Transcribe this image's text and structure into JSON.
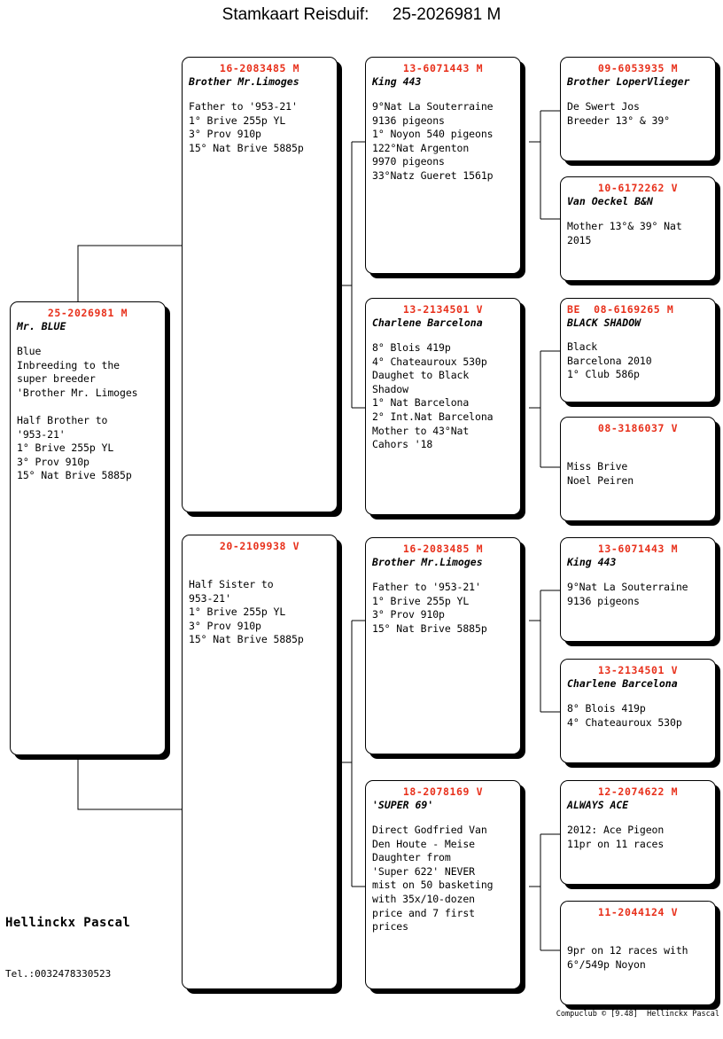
{
  "document": {
    "title": "Stamkaart Reisduif:     25-2026981 M",
    "breeder_name": "Hellinckx Pascal",
    "breeder_tel": "Tel.:0032478330523",
    "copyright": "Compuclub © [9.48]  Hellinckx Pascal",
    "ring_color": "#e8301b"
  },
  "subject": {
    "ring": "25-2026981 M",
    "name": "Mr. BLUE",
    "notes": "Blue\nInbreeding to the\nsuper breeder\n'Brother Mr. Limoges\n\nHalf Brother to\n'953-21'\n1° Brive 255p YL\n3° Prov 910p\n15° Nat Brive 5885p"
  },
  "gen2": [
    {
      "ring": "16-2083485 M",
      "name": "Brother Mr.Limoges",
      "notes": "Father to '953-21'\n1° Brive 255p YL\n3° Prov 910p\n15° Nat Brive 5885p"
    },
    {
      "ring": "20-2109938 V",
      "name": "",
      "notes": "Half Sister to\n953-21'\n1° Brive 255p YL\n3° Prov 910p\n15° Nat Brive 5885p"
    }
  ],
  "gen3": [
    {
      "ring": "13-6071443 M",
      "name": "King 443",
      "notes": "9°Nat La Souterraine\n9136 pigeons\n1° Noyon 540 pigeons\n122°Nat Argenton\n9970 pigeons\n33°Natz Gueret 1561p"
    },
    {
      "ring": "13-2134501 V",
      "name": "Charlene Barcelona",
      "notes": "8° Blois 419p\n4° Chateauroux 530p\nDaughet to Black\nShadow\n1° Nat Barcelona\n2° Int.Nat Barcelona\nMother to 43°Nat\nCahors '18"
    },
    {
      "ring": "16-2083485 M",
      "name": "Brother Mr.Limoges",
      "notes": "Father to '953-21'\n1° Brive 255p YL\n3° Prov 910p\n15° Nat Brive 5885p"
    },
    {
      "ring": "18-2078169 V",
      "name": "'SUPER 69'",
      "notes": "Direct Godfried Van\nDen Houte - Meise\nDaughter from\n'Super 622' NEVER\nmist on 50 basketing\nwith 35x/10-dozen\nprice and 7 first\nprices"
    }
  ],
  "gen4": [
    {
      "ring": "09-6053935 M",
      "ring_align": "center",
      "name": "Brother LoperVlieger",
      "notes": "De Swert Jos\nBreeder 13° & 39°"
    },
    {
      "ring": "10-6172262 V",
      "ring_align": "center",
      "name": "Van Oeckel B&N",
      "notes": "Mother 13°& 39° Nat\n2015"
    },
    {
      "ring": "BE  08-6169265 M",
      "ring_align": "left",
      "name": "BLACK SHADOW",
      "notes": "Black\nBarcelona 2010\n1° Club 586p"
    },
    {
      "ring": "08-3186037 V",
      "ring_align": "center",
      "name": "",
      "notes": "Miss Brive\nNoel Peiren"
    },
    {
      "ring": "13-6071443 M",
      "ring_align": "center",
      "name": "King 443",
      "notes": "9°Nat La Souterraine\n9136 pigeons"
    },
    {
      "ring": "13-2134501 V",
      "ring_align": "center",
      "name": "Charlene Barcelona",
      "notes": "8° Blois 419p\n4° Chateauroux 530p"
    },
    {
      "ring": "12-2074622 M",
      "ring_align": "center",
      "name": "ALWAYS ACE",
      "notes": "2012: Ace Pigeon\n11pr on 11 races"
    },
    {
      "ring": "11-2044124 V",
      "ring_align": "center",
      "name": "",
      "notes": "9pr on 12 races with\n6°/549p Noyon"
    }
  ]
}
